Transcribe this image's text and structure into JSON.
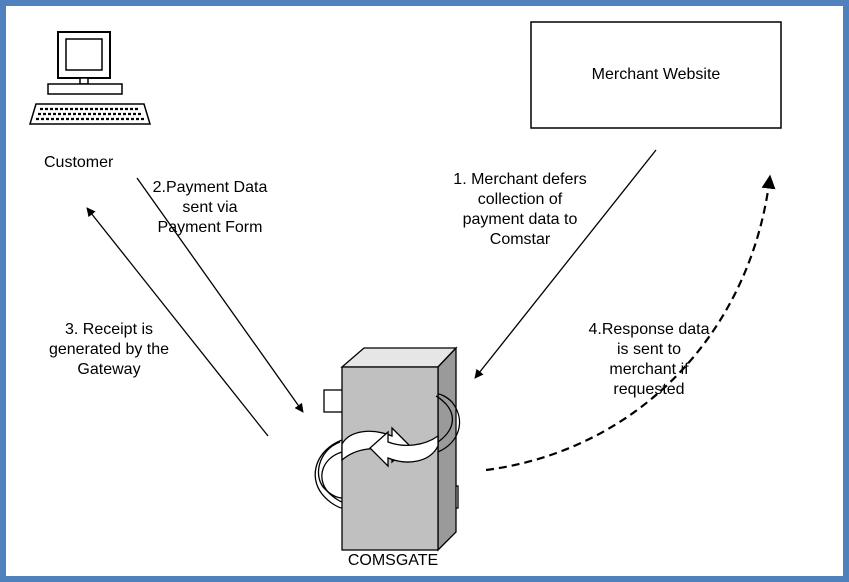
{
  "colors": {
    "frame_border": "#4f81bd",
    "server_fill": "#c0c0c0",
    "server_dark": "#9a9a9a"
  },
  "nodes": {
    "customer": {
      "label": "Customer",
      "icon": "desktop-computer-icon"
    },
    "merchant": {
      "label": "Merchant Website"
    },
    "gateway": {
      "label": "COMSGATE",
      "icon": "gateway-server-icon"
    }
  },
  "steps": {
    "step1": {
      "lines": [
        "1. Merchant defers",
        "collection of",
        "payment data to",
        "Comstar"
      ]
    },
    "step2": {
      "lines": [
        "2.Payment Data",
        "sent via",
        "Payment Form"
      ]
    },
    "step3": {
      "lines": [
        "3. Receipt is",
        "generated by the",
        "Gateway"
      ]
    },
    "step4": {
      "lines": [
        "4.Response data",
        "is sent to",
        "merchant if",
        "requested"
      ]
    }
  }
}
